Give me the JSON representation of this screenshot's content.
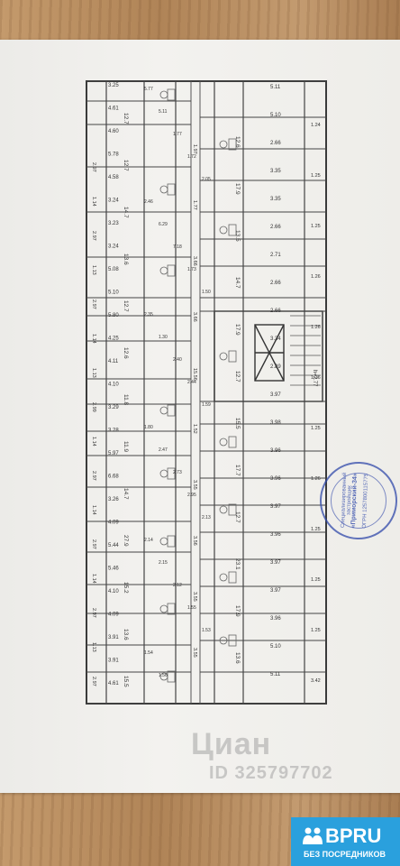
{
  "watermark": {
    "logo_text": "Циан",
    "id_text": "ID 325797702"
  },
  "stamp": {
    "line1": "Специализированный застройщик",
    "line2": "«Приморский-34»",
    "line3": "ОГРН 1257800115775"
  },
  "badge": {
    "brand": "BPRU",
    "subtitle": "БЕЗ ПОСРЕДНИКОВ"
  },
  "plan": {
    "dims_left": [
      "3.25",
      "4.61",
      "4.60",
      "5.78",
      "4.58",
      "3.24",
      "3.23",
      "3.24",
      "5.08",
      "5.10",
      "5.80",
      "4.25",
      "4.11",
      "4.10",
      "3.29",
      "3.28",
      "5.97",
      "6.68",
      "3.26",
      "4.09",
      "5.44",
      "5.46",
      "4.10",
      "4.09",
      "3.91",
      "3.91",
      "4.61"
    ],
    "dims_side": [
      "2.97",
      "1.14",
      "2.97",
      "1.13",
      "2.97",
      "1.14",
      "1.13",
      "2.99",
      "1.14",
      "2.97",
      "1.14",
      "2.97",
      "1.14",
      "2.97",
      "1.13",
      "2.97"
    ],
    "dims_corridor": [
      "1.97",
      "1.77",
      "3.66",
      "3.66",
      "15.56",
      "1.52",
      "3.55",
      "3.56",
      "3.55",
      "3.55"
    ],
    "dims_right": [
      "5.11",
      "5.10",
      "2.66",
      "3.35",
      "3.35",
      "2.66",
      "2.71",
      "2.66",
      "2.66",
      "3.34",
      "2.89",
      "3.97",
      "3.98",
      "3.96",
      "3.96",
      "3.97",
      "3.96",
      "3.97",
      "3.97",
      "3.96",
      "5.10",
      "5.11"
    ],
    "dims_far": [
      "1.24",
      "1.25",
      "1.25",
      "1.26",
      "1.26",
      "1.26",
      "1.25",
      "1.26",
      "1.25",
      "1.25",
      "1.25",
      "3.42"
    ],
    "areas": [
      "12.7",
      "12.6",
      "12.7",
      "17.9",
      "14.7",
      "13.5",
      "13.6",
      "14.7",
      "12.7",
      "17.9",
      "12.6",
      "12.7",
      "11.8",
      "15.5",
      "11.9",
      "17.7",
      "14.7",
      "12.7",
      "27.9",
      "23.1",
      "15.2",
      "17.9",
      "13.6",
      "13.6",
      "15.5"
    ],
    "misc_labels": [
      "5.77",
      "5.11",
      "1.77",
      "1.72",
      "2.05",
      "2.46",
      "6.29",
      "7.18",
      "1.73",
      "1.50",
      "2.35",
      "1.30",
      "2.40",
      "2.44",
      "1.59",
      "1.80",
      "2.47",
      "2.73",
      "2.95",
      "2.13",
      "2.14",
      "2.15",
      "2.12",
      "1.55",
      "1.53",
      "1.54",
      "1.56"
    ],
    "elevation": "h=2.77"
  }
}
